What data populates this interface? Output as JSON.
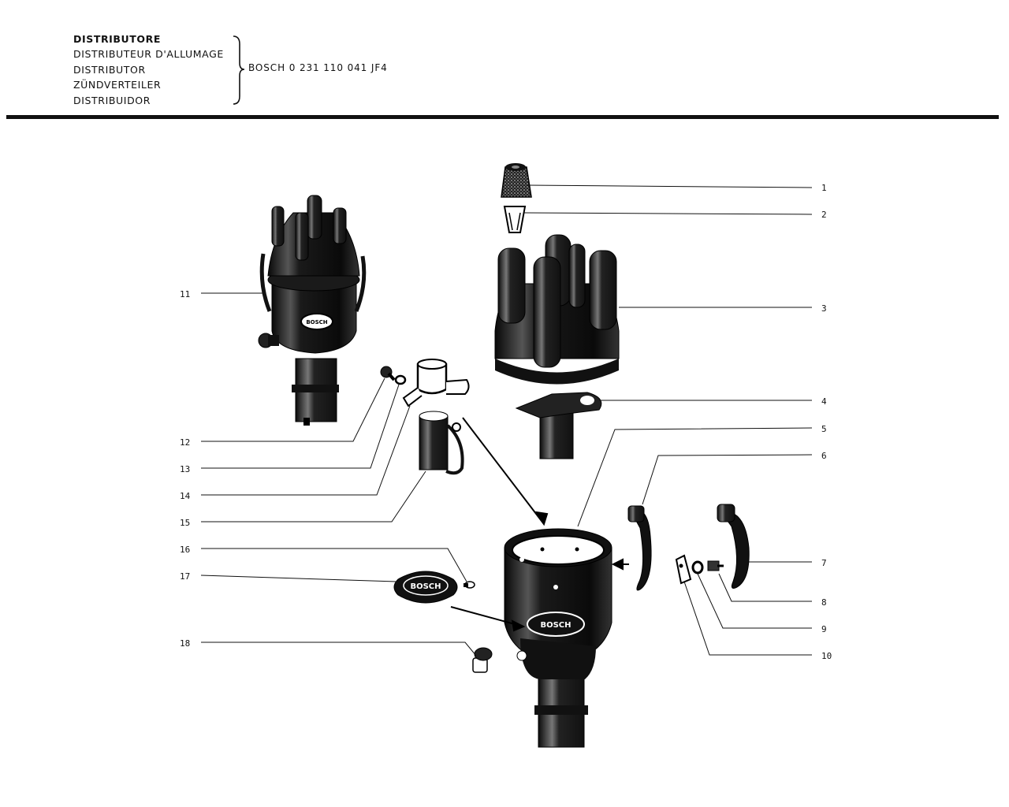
{
  "header": {
    "titles": [
      "DISTRIBUTORE",
      "DISTRIBUTEUR D'ALLUMAGE",
      "DISTRIBUTOR",
      "ZÜNDVERTEILER",
      "DISTRIBUIDOR"
    ],
    "model": "BOSCH 0 231 110 041 JF4"
  },
  "callouts": [
    "1",
    "2",
    "3",
    "4",
    "5",
    "6",
    "7",
    "8",
    "9",
    "10",
    "11",
    "12",
    "13",
    "14",
    "15",
    "16",
    "17",
    "18"
  ],
  "brand_lettering": "BOSCH",
  "colors": {
    "ink": "#111111",
    "paper": "#ffffff"
  }
}
